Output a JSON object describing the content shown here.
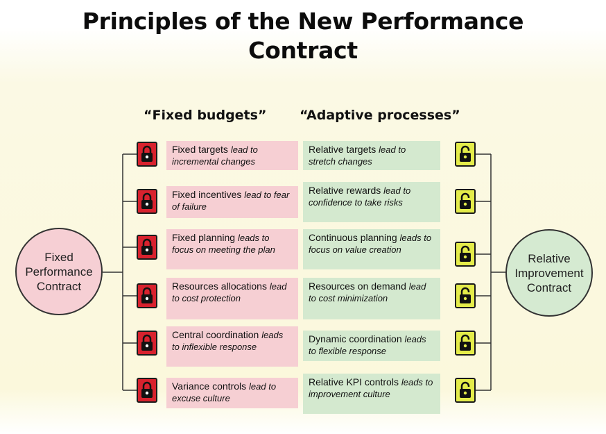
{
  "title_lines": [
    "Principles of the New Performance",
    "Contract"
  ],
  "left_heading": "“Fixed budgets”",
  "right_heading": "“Adaptive processes”",
  "left_circle": [
    "Fixed",
    "Performance",
    "Contract"
  ],
  "right_circle": [
    "Relative",
    "Improvement",
    "Contract"
  ],
  "rows": [
    {
      "left_plain": "Fixed targets ",
      "left_italic": "lead to incremental changes",
      "right_plain": "Relative targets ",
      "right_italic": "lead to stretch changes"
    },
    {
      "left_plain": "Fixed incentives ",
      "left_italic": "lead to fear of failure",
      "right_plain": "Relative rewards ",
      "right_italic": "lead to confidence to take risks"
    },
    {
      "left_plain": "Fixed planning ",
      "left_italic": "leads to focus on meeting the plan",
      "right_plain": "Continuous planning ",
      "right_italic": "leads to focus on value creation"
    },
    {
      "left_plain": "Resources allocations ",
      "left_italic": "lead to cost protection",
      "right_plain": "Resources on demand ",
      "right_italic": "lead to cost minimization"
    },
    {
      "left_plain": "Central coordination ",
      "left_italic": "leads to inflexible response",
      "right_plain": "Dynamic coordination ",
      "right_italic": "leads to flexible response"
    },
    {
      "left_plain": "Variance controls ",
      "left_italic": "lead to excuse culture",
      "right_plain": "Relative KPI controls ",
      "right_italic": "leads to improvement culture"
    }
  ],
  "icons": {
    "left_lock": "closed-padlock-icon",
    "right_lock": "open-padlock-icon"
  },
  "colors": {
    "fixed_box": "#f6cfd3",
    "adaptive_box": "#d4e9cf",
    "closed_lock": "#d8222e",
    "open_lock": "#e4ec4a"
  }
}
